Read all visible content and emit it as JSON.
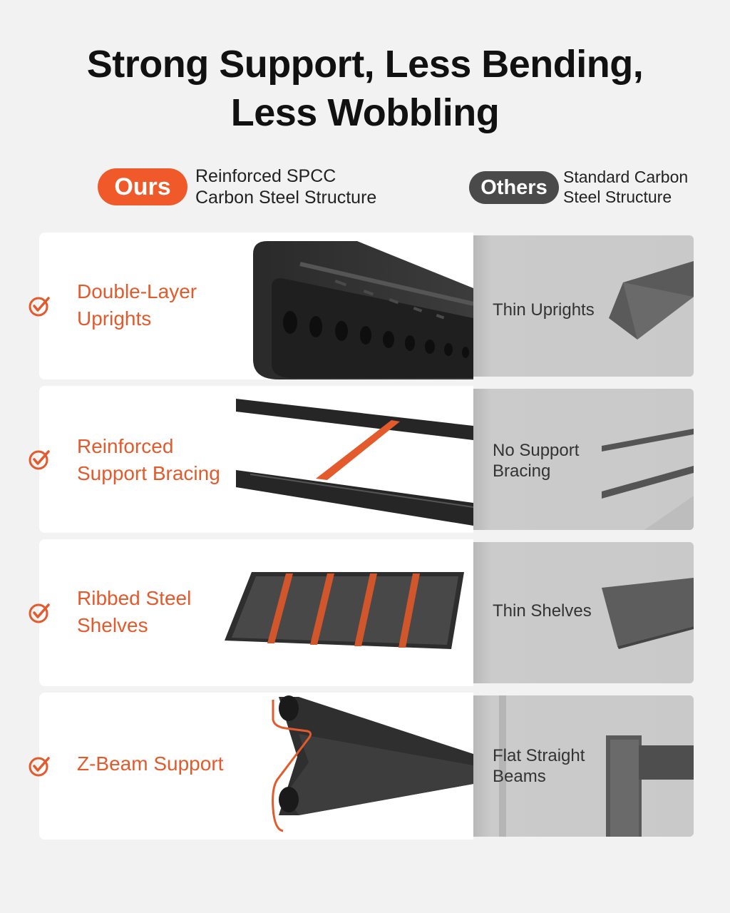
{
  "headline": {
    "line1": "Strong Support, Less Bending,",
    "line2": "Less Wobbling"
  },
  "legend": {
    "ours": {
      "badge": "Ours",
      "line1": "Reinforced SPCC",
      "line2": "Carbon Steel Structure",
      "color": "#f05a2b"
    },
    "others": {
      "badge": "Others",
      "line1": "Standard Carbon",
      "line2": "Steel Structure",
      "color": "#4a4a4a"
    }
  },
  "rows": [
    {
      "feature_line1": "Double-Layer",
      "feature_line2": "Uprights",
      "other_line1": "Thin Uprights",
      "other_line2": "",
      "ours_icon": "double-layer-upright-illustration",
      "other_icon": "thin-angle-upright-illustration"
    },
    {
      "feature_line1": "Reinforced",
      "feature_line2": "Support Bracing",
      "other_line1": "No Support",
      "other_line2": "Bracing",
      "ours_icon": "braced-beams-illustration",
      "other_icon": "unbraced-beams-illustration"
    },
    {
      "feature_line1": "Ribbed Steel",
      "feature_line2": "Shelves",
      "other_line1": "Thin Shelves",
      "other_line2": "",
      "ours_icon": "ribbed-shelf-illustration",
      "other_icon": "thin-shelf-illustration"
    },
    {
      "feature_line1": "Z-Beam Support",
      "feature_line2": "",
      "other_line1": "Flat Straight",
      "other_line2": "Beams",
      "ours_icon": "z-beam-illustration",
      "other_icon": "flat-beam-illustration"
    }
  ],
  "check_icon": "checkmark-circle-icon",
  "accent_color": "#e35a2c"
}
